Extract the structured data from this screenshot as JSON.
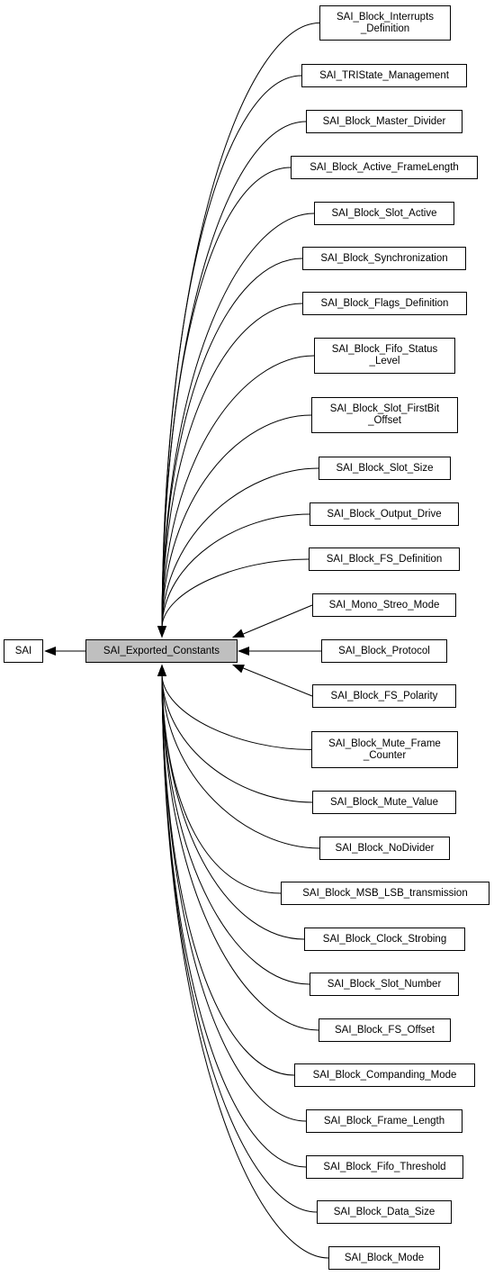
{
  "root": {
    "label": "SAI"
  },
  "current": {
    "label": "SAI_Exported_Constants"
  },
  "groups": [
    {
      "lines": [
        "SAI_Block_Interrupts",
        "_Definition"
      ]
    },
    {
      "lines": [
        "SAI_TRIState_Management"
      ]
    },
    {
      "lines": [
        "SAI_Block_Master_Divider"
      ]
    },
    {
      "lines": [
        "SAI_Block_Active_FrameLength"
      ]
    },
    {
      "lines": [
        "SAI_Block_Slot_Active"
      ]
    },
    {
      "lines": [
        "SAI_Block_Synchronization"
      ]
    },
    {
      "lines": [
        "SAI_Block_Flags_Definition"
      ]
    },
    {
      "lines": [
        "SAI_Block_Fifo_Status",
        "_Level"
      ]
    },
    {
      "lines": [
        "SAI_Block_Slot_FirstBit",
        "_Offset"
      ]
    },
    {
      "lines": [
        "SAI_Block_Slot_Size"
      ]
    },
    {
      "lines": [
        "SAI_Block_Output_Drive"
      ]
    },
    {
      "lines": [
        "SAI_Block_FS_Definition"
      ]
    },
    {
      "lines": [
        "SAI_Mono_Streo_Mode"
      ]
    },
    {
      "lines": [
        "SAI_Block_Protocol"
      ]
    },
    {
      "lines": [
        "SAI_Block_FS_Polarity"
      ]
    },
    {
      "lines": [
        "SAI_Block_Mute_Frame",
        "_Counter"
      ]
    },
    {
      "lines": [
        "SAI_Block_Mute_Value"
      ]
    },
    {
      "lines": [
        "SAI_Block_NoDivider"
      ]
    },
    {
      "lines": [
        "SAI_Block_MSB_LSB_transmission"
      ]
    },
    {
      "lines": [
        "SAI_Block_Clock_Strobing"
      ]
    },
    {
      "lines": [
        "SAI_Block_Slot_Number"
      ]
    },
    {
      "lines": [
        "SAI_Block_FS_Offset"
      ]
    },
    {
      "lines": [
        "SAI_Block_Companding_Mode"
      ]
    },
    {
      "lines": [
        "SAI_Block_Frame_Length"
      ]
    },
    {
      "lines": [
        "SAI_Block_Fifo_Threshold"
      ]
    },
    {
      "lines": [
        "SAI_Block_Data_Size"
      ]
    },
    {
      "lines": [
        "SAI_Block_Mode"
      ]
    }
  ]
}
